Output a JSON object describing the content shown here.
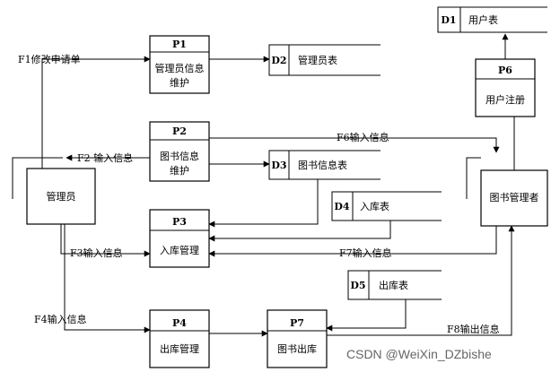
{
  "processes": {
    "p1": {
      "id": "P1",
      "line1": "管理员信息",
      "line2": "维护"
    },
    "p2": {
      "id": "P2",
      "line1": "图书信息",
      "line2": "维护"
    },
    "p3": {
      "id": "P3",
      "line1": "入库管理"
    },
    "p4": {
      "id": "P4",
      "line1": "出库管理"
    },
    "p6": {
      "id": "P6",
      "line1": "用户注册"
    },
    "p7": {
      "id": "P7",
      "line1": "图书出库"
    }
  },
  "stores": {
    "d1": {
      "id": "D1",
      "name": "用户表"
    },
    "d2": {
      "id": "D2",
      "name": "管理员表"
    },
    "d3": {
      "id": "D3",
      "name": "图书信息表"
    },
    "d4": {
      "id": "D4",
      "name": "入库表"
    },
    "d5": {
      "id": "D5",
      "name": "出库表"
    }
  },
  "entities": {
    "admin": "管理员",
    "librarian": "图书管理者"
  },
  "flows": {
    "f1": "F1修改申请单",
    "f2": "F2 输入信息",
    "f3": "F3输入信息",
    "f4": "F4输入信息",
    "f6": "F6输入信息",
    "f7": "F7输入信息",
    "f8": "F8输出信息"
  },
  "watermark": "CSDN @WeiXin_DZbishe"
}
